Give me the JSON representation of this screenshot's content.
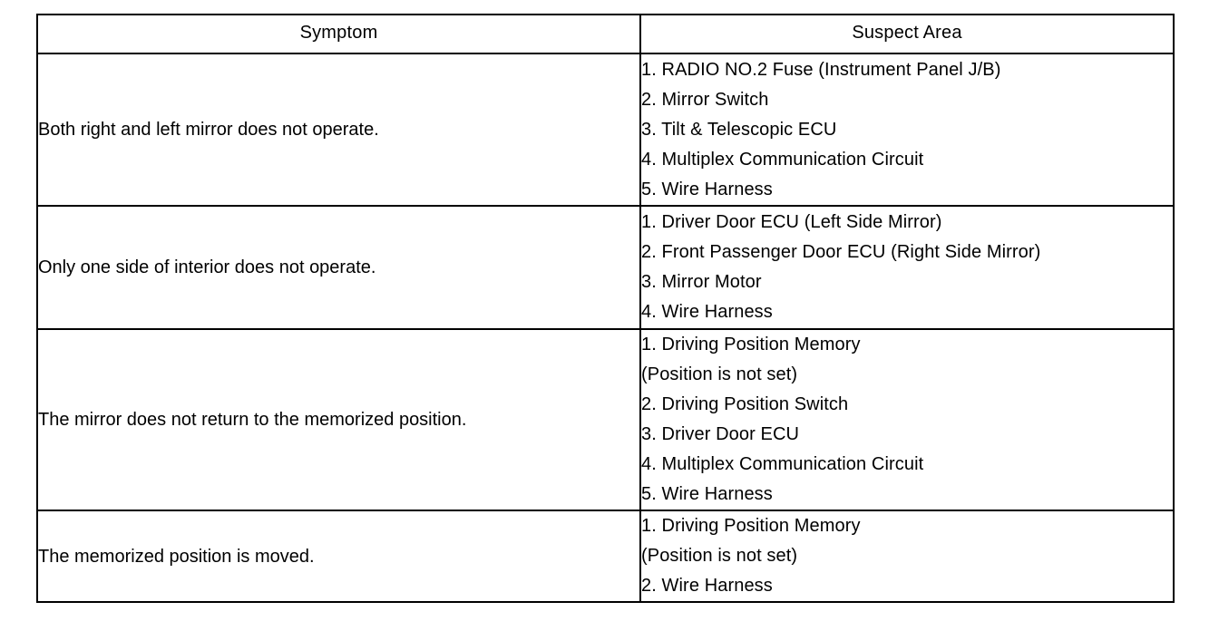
{
  "table": {
    "columns": [
      {
        "key": "symptom",
        "label": "Symptom"
      },
      {
        "key": "suspect_area",
        "label": "Suspect Area"
      }
    ],
    "rows": [
      {
        "symptom": "Both right and left mirror does not operate.",
        "suspect_area": [
          "1. RADIO NO.2 Fuse (Instrument Panel J/B)",
          "2. Mirror Switch",
          "3. Tilt & Telescopic ECU",
          "4. Multiplex Communication Circuit",
          "5. Wire Harness"
        ]
      },
      {
        "symptom": "Only one side of interior does not operate.",
        "suspect_area": [
          "1. Driver Door ECU (Left Side Mirror)",
          "2. Front Passenger Door ECU (Right Side Mirror)",
          "3. Mirror Motor",
          "4. Wire Harness"
        ]
      },
      {
        "symptom": "The mirror does not return to the memorized position.",
        "suspect_area": [
          "1. Driving Position Memory",
          "(Position is not set)",
          "2. Driving Position Switch",
          "3. Driver Door ECU",
          "4. Multiplex Communication Circuit",
          "5. Wire Harness"
        ]
      },
      {
        "symptom": "The memorized position is moved.",
        "suspect_area": [
          "1. Driving Position Memory",
          "(Position is not set)",
          "2. Wire Harness"
        ]
      }
    ]
  },
  "colors": {
    "background": "#ffffff",
    "text": "#000000",
    "border": "#000000"
  }
}
